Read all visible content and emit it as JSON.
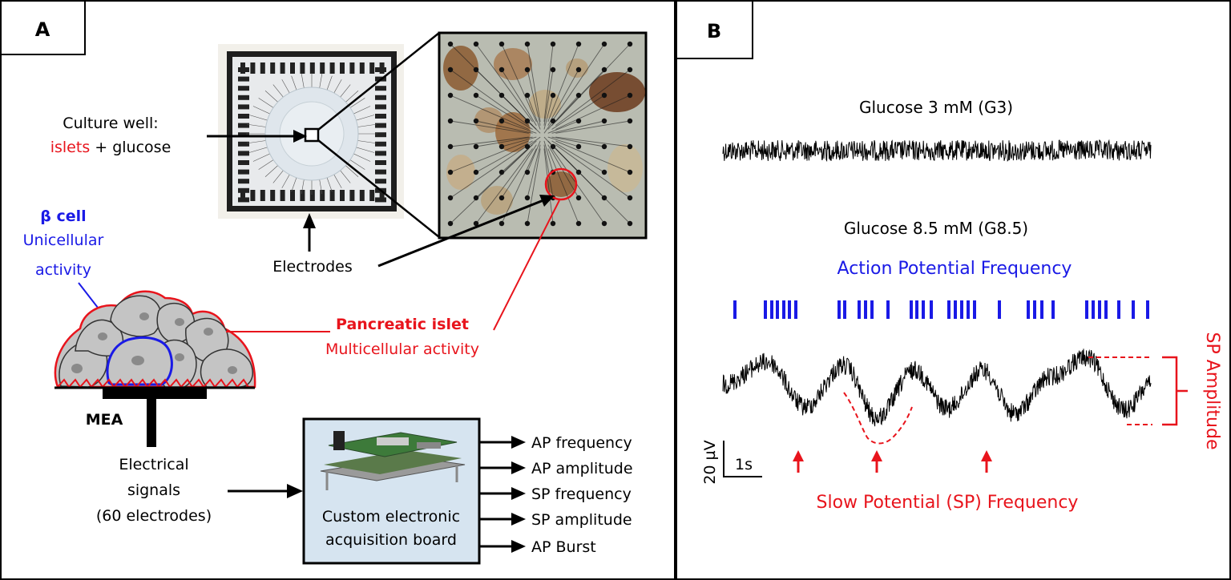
{
  "panel_a": {
    "label": "A",
    "culture_well_line1": "Culture well:",
    "culture_well_islets": "islets",
    "culture_well_rest": " + glucose",
    "beta_cell_title": "β cell",
    "beta_cell_line1": "Unicellular",
    "beta_cell_line2": "activity",
    "electrodes_label": "Electrodes",
    "pancreatic_islet_title": "Pancreatic islet",
    "pancreatic_islet_sub": "Multicellular activity",
    "mea_label": "MEA",
    "signals_line1": "Electrical",
    "signals_line2": "signals",
    "signals_line3": "(60 electrodes)",
    "board_line1": "Custom electronic",
    "board_line2": "acquisition board",
    "outputs": [
      "AP frequency",
      "AP amplitude",
      "SP frequency",
      "SP amplitude",
      "AP Burst"
    ]
  },
  "panel_b": {
    "label": "B",
    "g3_title": "Glucose 3 mM (G3)",
    "g85_title": "Glucose 8.5 mM (G8.5)",
    "ap_freq_label": "Action Potential Frequency",
    "sp_amp_label": "SP Amplitude",
    "sp_freq_label": "Slow Potential (SP) Frequency",
    "scale_v": "20 µV",
    "scale_t": "1s"
  },
  "colors": {
    "red": "#e8141c",
    "blue": "#1a1ae6",
    "black": "#000000",
    "board_bg": "#d6e4f0",
    "cell_gray": "#c4c4c4"
  }
}
